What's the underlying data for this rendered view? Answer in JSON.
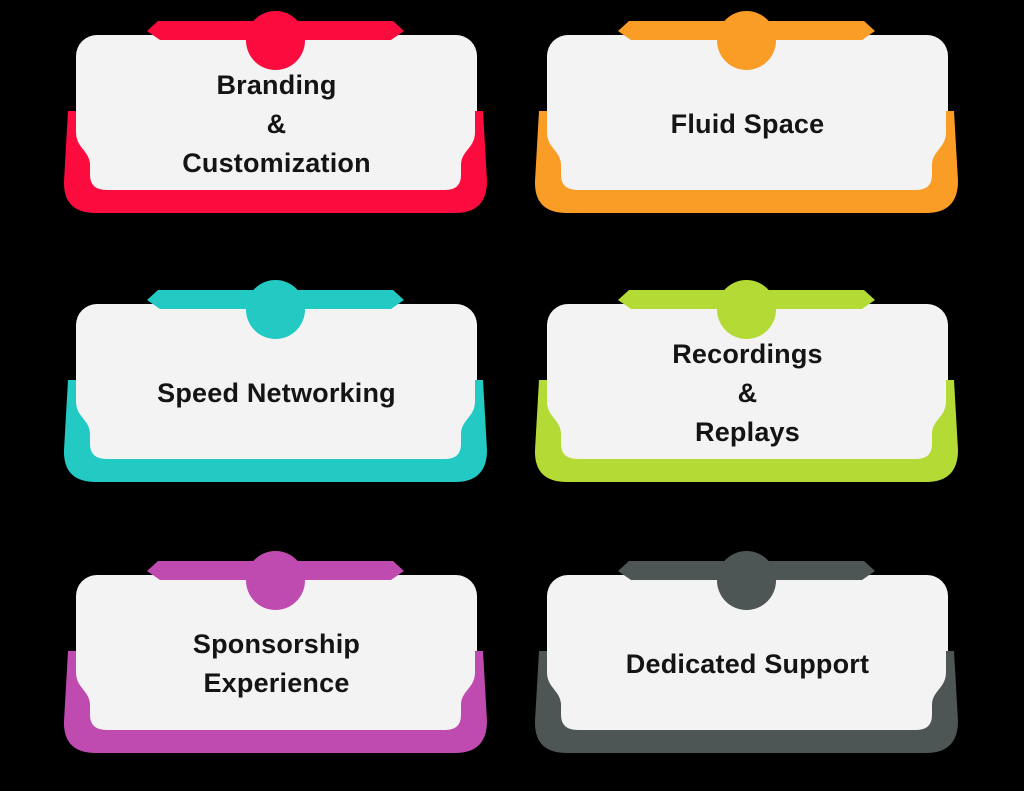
{
  "page": {
    "background_color": "#000000",
    "card_fill": "#F3F3F4",
    "text_color": "#141414"
  },
  "cards": [
    {
      "id": "branding-customization",
      "label": "Branding\n&\nCustomization",
      "color": "#FB0B3E"
    },
    {
      "id": "fluid-space",
      "label": "Fluid Space",
      "color": "#F99D27"
    },
    {
      "id": "speed-networking",
      "label": "Speed Networking",
      "color": "#22CAC3"
    },
    {
      "id": "recordings-replays",
      "label": "Recordings\n&\nReplays",
      "color": "#B3DA35"
    },
    {
      "id": "sponsorship-experience",
      "label": "Sponsorship\nExperience",
      "color": "#BF4BB0"
    },
    {
      "id": "dedicated-support",
      "label": "Dedicated Support",
      "color": "#4D5654"
    }
  ]
}
